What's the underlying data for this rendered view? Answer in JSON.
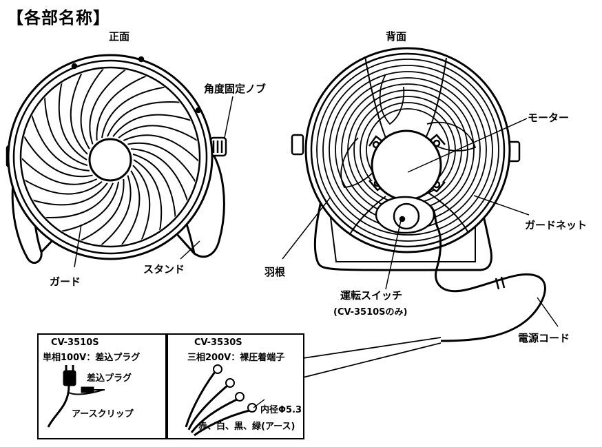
{
  "title": "【各部名称】",
  "views": {
    "front": "正面",
    "back": "背面"
  },
  "labels": {
    "angle_knob": "角度固定ノブ",
    "guard": "ガード",
    "stand": "スタンド",
    "motor": "モーター",
    "guard_net": "ガードネット",
    "blade": "羽根",
    "switch": "運転スイッチ",
    "switch_note": "(CV-3510Sのみ)",
    "power_cord": "電源コード"
  },
  "inset_left": {
    "model": "CV-3510S",
    "spec": "単相100V：差込プラグ",
    "plug": "差込プラグ",
    "clip": "アースクリップ"
  },
  "inset_right": {
    "model": "CV-3530S",
    "spec": "三相200V：裸圧着端子",
    "diameter": "内径Φ5.3",
    "colors": "赤、白、黒、緑(アース)"
  }
}
